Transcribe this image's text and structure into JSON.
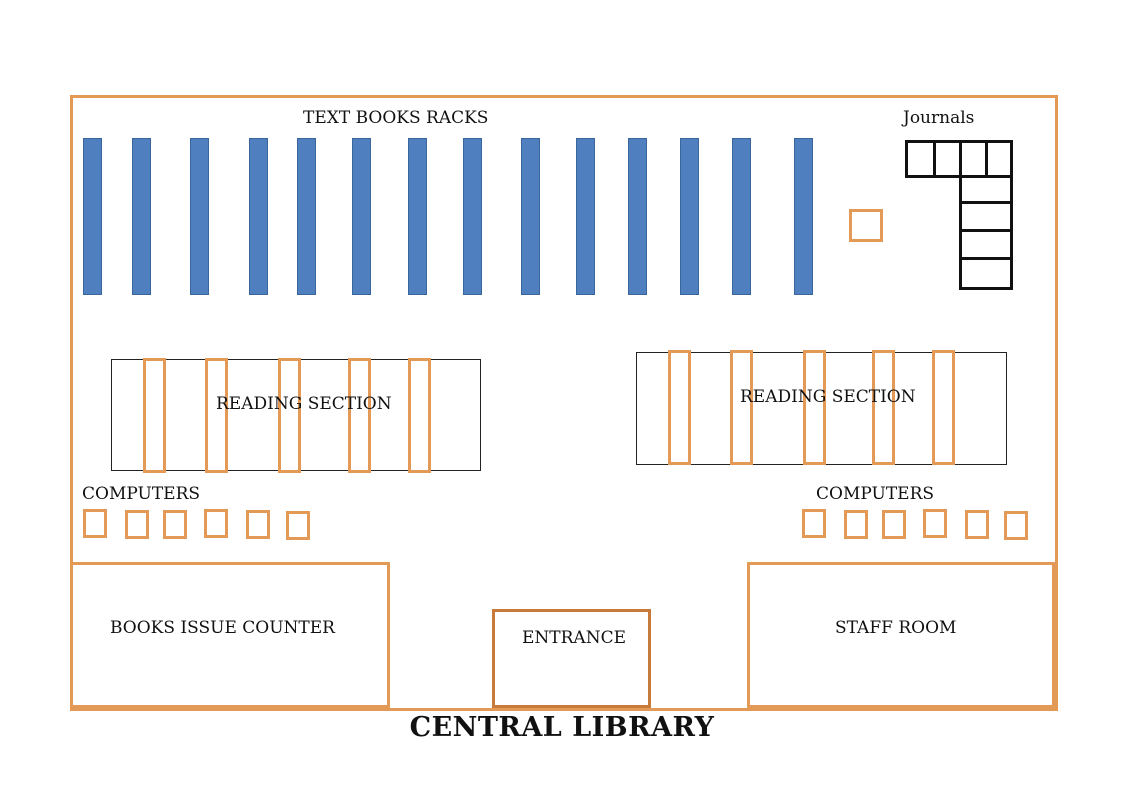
{
  "title": "CENTRAL LIBRARY",
  "colors": {
    "wall": "#e39a56",
    "rack": "#4f7fbe",
    "journal": "#111111",
    "text": "#111111"
  },
  "labels": {
    "text_books_racks": "TEXT BOOKS RACKS",
    "journals": "Journals",
    "reading_left": "READING SECTION",
    "reading_right": "READING SECTION",
    "computers_left": "COMPUTERS",
    "computers_right": "COMPUTERS",
    "books_issue_counter": "BOOKS ISSUE COUNTER",
    "entrance": "ENTRANCE",
    "staff_room": "STAFF ROOM"
  }
}
